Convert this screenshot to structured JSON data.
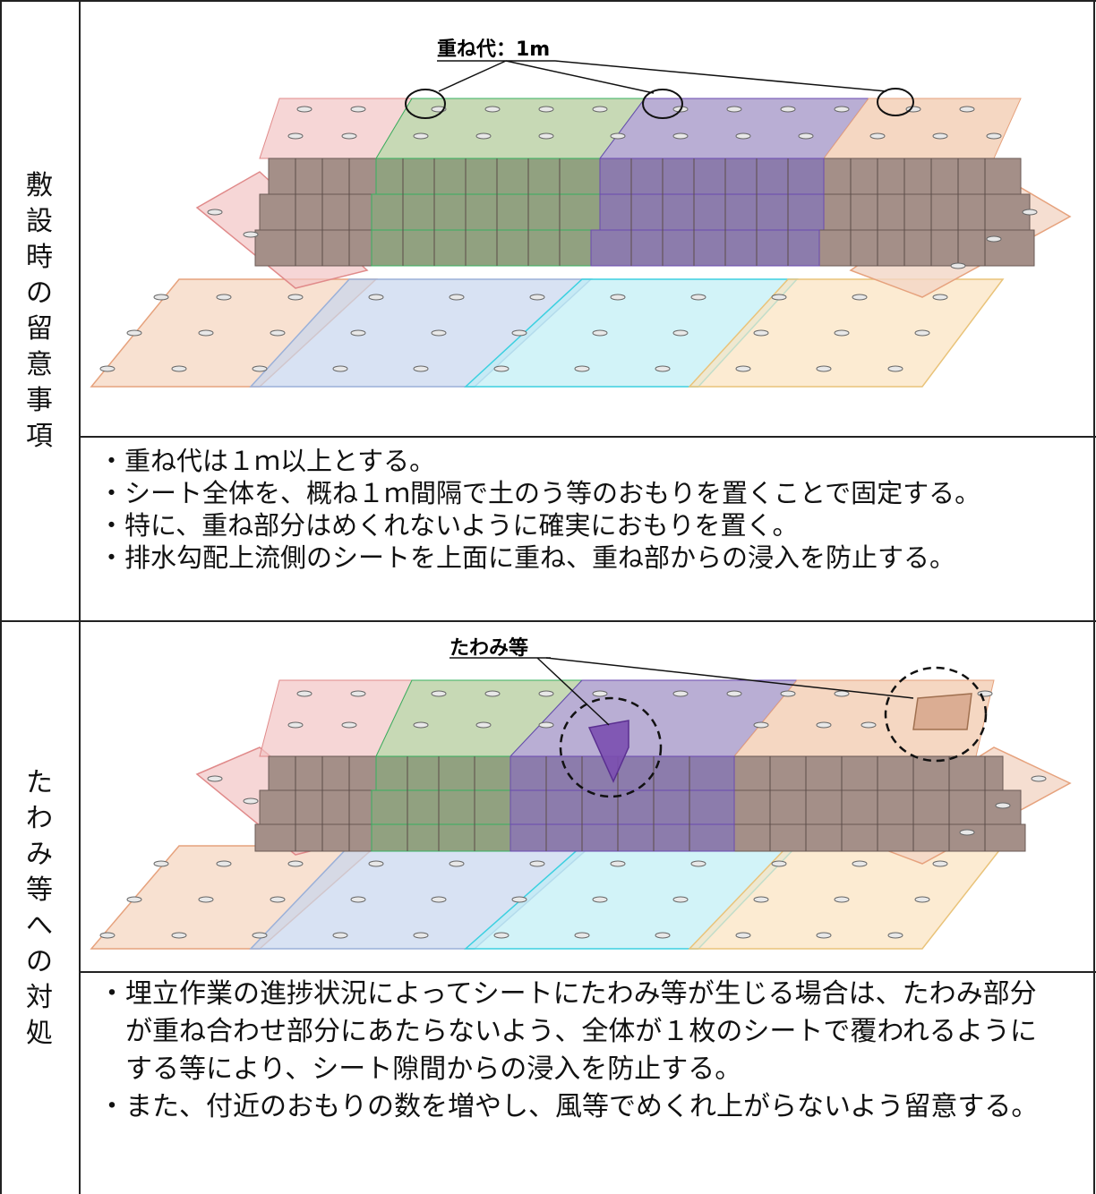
{
  "sections": [
    {
      "label": "敷設時の留意事項",
      "label_chars": [
        "敷",
        "設",
        "時",
        "の",
        "留",
        "意",
        "事",
        "項"
      ],
      "callout": "重ね代：1m",
      "notes": [
        "・重ね代は１ｍ以上とする。",
        "・シート全体を、概ね１ｍ間隔で土のう等のおもりを置くことで固定する。",
        "・特に、重ね部分はめくれないように確実におもりを置く。",
        "・排水勾配上流側のシートを上面に重ね、重ね部からの浸入を防止する。"
      ]
    },
    {
      "label": "たわみ等への対処",
      "label_chars": [
        "た",
        "わ",
        "み",
        "等",
        "へ",
        "の",
        "対",
        "処"
      ],
      "callout": "たわみ等",
      "notes": [
        "・埋立作業の進捗状況によってシートにたわみ等が生じる場合は、たわみ部分",
        "　が重ね合わせ部分にあたらないよう、全体が１枚のシートで覆われるように",
        "　する等により、シート隙間からの浸入を防止する。",
        "・また、付近のおもりの数を増やし、風等でめくれ上がらないよう留意する。"
      ]
    }
  ],
  "colors": {
    "sheet_pink": "#f2c4c4",
    "sheet_green": "#b9cfa3",
    "sheet_purple": "#a79ac9",
    "sheet_orange": "#f3cdb3",
    "sheet_blue": "#c7d5ee",
    "sheet_cyan": "#bfeef5",
    "sheet_yellow": "#fbe3bf",
    "box_face": "#a48f88",
    "line": "#222222"
  }
}
